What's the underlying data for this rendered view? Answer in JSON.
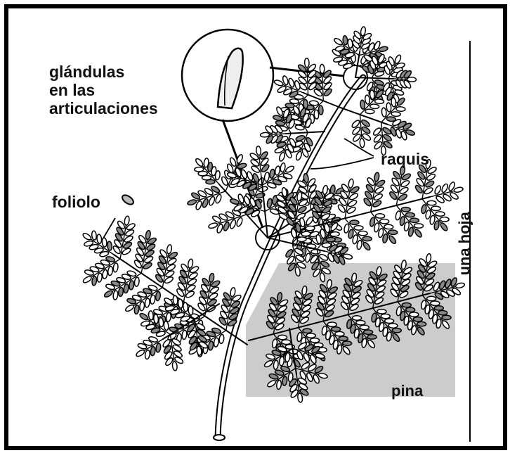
{
  "labels": {
    "glandulas_line1": "glándulas",
    "glandulas_line2": "en las",
    "glandulas_line3": "articulaciones",
    "raquis": "raquis",
    "foliolo": "foliolo",
    "pina": "pina",
    "una_hoja": "una hoja"
  },
  "colors": {
    "outline": "#000000",
    "pina_highlight": "#cccccc",
    "leaflet_fill": "#ffffff"
  }
}
